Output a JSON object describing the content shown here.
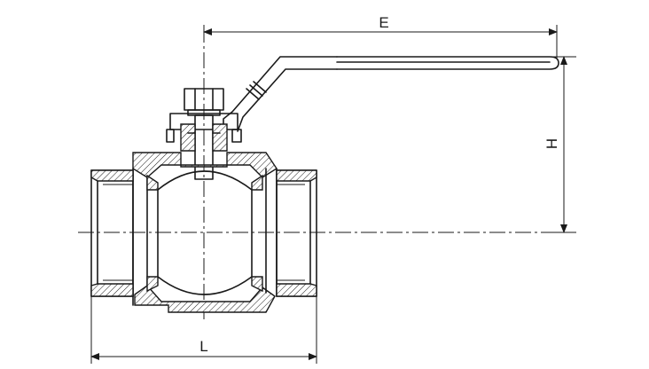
{
  "dimensions": {
    "e_label": "E",
    "h_label": "H",
    "l_label": "L"
  }
}
